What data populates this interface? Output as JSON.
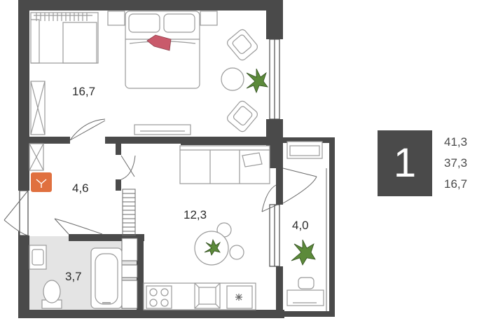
{
  "floor_plan": {
    "rooms": [
      {
        "id": "bedroom",
        "area_label": "16,7"
      },
      {
        "id": "hallway",
        "area_label": "4,6"
      },
      {
        "id": "bathroom",
        "area_label": "3,7"
      },
      {
        "id": "kitchen-living",
        "area_label": "12,3"
      },
      {
        "id": "balcony",
        "area_label": "4,0"
      }
    ]
  },
  "summary": {
    "room_count": "1",
    "areas": [
      "41,3",
      "37,3",
      "16,7"
    ]
  },
  "colors": {
    "wall": "#4a4a4a",
    "furniture_stroke": "#9a9a9a",
    "pillow_accent": "#c95a6b",
    "boiler_accent": "#e0703f",
    "plant_green": "#5c8a3a",
    "bathroom_floor": "#e4e4e4"
  }
}
